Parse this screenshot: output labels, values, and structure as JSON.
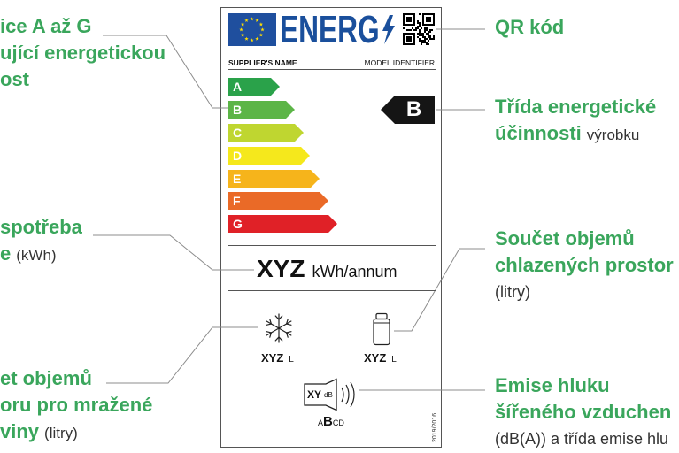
{
  "label": {
    "energy_word": "ENERG",
    "supplier_name": "SUPPLIER'S NAME",
    "model_identifier": "MODEL IDENTIFIER",
    "classes": [
      {
        "letter": "A",
        "color": "#2aa24a"
      },
      {
        "letter": "B",
        "color": "#5cb547"
      },
      {
        "letter": "C",
        "color": "#bfd630"
      },
      {
        "letter": "D",
        "color": "#f5e81c"
      },
      {
        "letter": "E",
        "color": "#f6b41b"
      },
      {
        "letter": "F",
        "color": "#ea6a27"
      },
      {
        "letter": "G",
        "color": "#e02127"
      }
    ],
    "selected_class": "B",
    "consumption": {
      "value": "XYZ",
      "unit": "kWh/annum"
    },
    "freezer_volume": {
      "value": "XYZ",
      "unit": "L",
      "icon": "snowflake-icon"
    },
    "fridge_volume": {
      "value": "XYZ",
      "unit": "L",
      "icon": "bottle-icon"
    },
    "noise": {
      "value": "XY",
      "unit": "dB",
      "icon": "speaker-icon",
      "classes": [
        "A",
        "B",
        "C",
        "D"
      ]
    },
    "regulation": "2019/2016"
  },
  "annotations": {
    "scale": {
      "line1": "ice A až G",
      "line2": "ující energetickou",
      "line3": "ost"
    },
    "consumption": {
      "line1": "spotřeba",
      "line2_bold": "e",
      "line2_normal": "(kWh)"
    },
    "freezer": {
      "line1": "et objemů",
      "line2": "oru pro mražené",
      "line3_bold": "viny",
      "line3_normal": "(litry)"
    },
    "qr": {
      "line1": "QR kód"
    },
    "class": {
      "line1": "Třída energetické",
      "line2_bold": "účinnosti",
      "line2_normal": "výrobku"
    },
    "fridge": {
      "line1": "Součet objemů",
      "line2": "chlazených prostor",
      "line3": "(litry)"
    },
    "noise": {
      "line1": "Emise hluku",
      "line2": "šířeného vzduchen",
      "line3": "(dB(A)) a třída emise hlu"
    }
  },
  "colors": {
    "annotation_green": "#3aa65c",
    "energy_blue": "#1a4f9c",
    "eu_flag_blue": "#1f4f9e",
    "eu_star_yellow": "#ffdd00",
    "selected_class_bg": "#151515"
  }
}
